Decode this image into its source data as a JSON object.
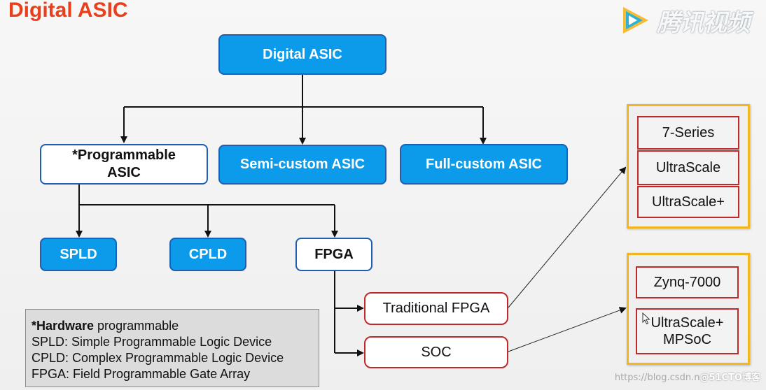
{
  "title": "Digital ASIC",
  "watermark": {
    "text": "腾讯视频",
    "icon": "play-logo-icon"
  },
  "tree": {
    "root": "Digital ASIC",
    "level1": [
      "*Programmable ASIC",
      "Semi-custom ASIC",
      "Full-custom ASIC"
    ],
    "level2": [
      "SPLD",
      "CPLD",
      "FPGA"
    ],
    "fpga_types": [
      "Traditional FPGA",
      "SOC"
    ]
  },
  "families": {
    "traditional": [
      "7-Series",
      "UltraScale",
      "UltraScale+"
    ],
    "soc": [
      "Zynq-7000",
      "UltraScale+ MPSoC"
    ]
  },
  "legend": {
    "hw_bold": "*Hardware",
    "hw_rest": " programmable",
    "lines": [
      "SPLD: Simple Programmable Logic Device",
      "CPLD: Complex Programmable Logic Device",
      "FPGA: Field Programmable Gate Array"
    ]
  },
  "footer_watermark": {
    "prefix": "https://blog.csdn.n",
    "suffix": "@51CTO博客"
  },
  "colors": {
    "title": "#e8401c",
    "blue_fill": "#0b9bea",
    "blue_border": "#1d5fb0",
    "red_border": "#c0282a",
    "panel_border": "#f2b71f"
  }
}
